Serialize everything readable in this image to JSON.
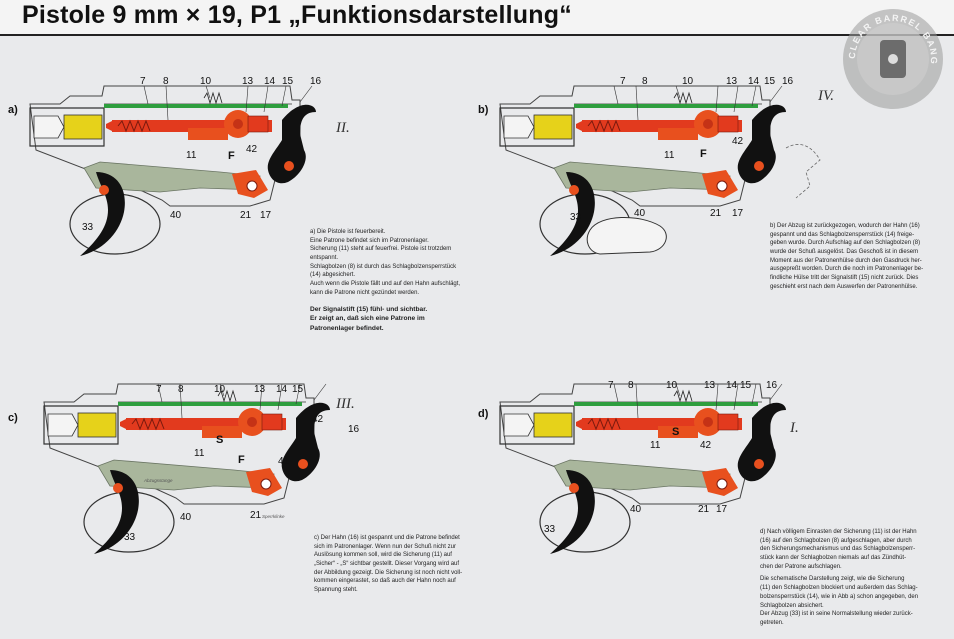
{
  "title": "Pistole 9 mm × 19, P1 „Funktionsdarstellung“",
  "colors": {
    "background": "#e9eaec",
    "rod": "#2e9e3e",
    "bolt": "#e23a1e",
    "hammer_red": "#e8501e",
    "cartridge": "#e6d21a",
    "grip_green": "#a9b69c",
    "pin": "#e8501e",
    "black_part": "#111111"
  },
  "stamp": {
    "text": "CLEAR BARREL BANG",
    "icon": "wings-icon"
  },
  "panels": [
    {
      "id": "a",
      "letter": "a)",
      "roman": "II.",
      "top_labels": [
        "7",
        "8",
        "10",
        "13",
        "14",
        "15",
        "16"
      ],
      "mid_labels": [
        "11",
        "F",
        "42"
      ],
      "bottom_labels": [
        "33",
        "40",
        "21",
        "17"
      ],
      "caption": [
        "a) Die Pistole ist feuerbereit.",
        "Eine Patrone befindet sich im Patronenlager.",
        "Sicherung (11) steht auf feuerfrei. Pistole ist trotzdem",
        "entspannt.",
        "Schlagbolzen (8) ist durch das Schlagbolzensperrstück",
        "(14) abgesichert.",
        "Auch wenn die Pistole fällt und auf den Hahn aufschlägt,",
        "kann die Patrone nicht gezündet werden."
      ],
      "caption_bold": [
        "Der Signalstift (15) fühl- und sichtbar.",
        "Er zeigt an, daß sich eine Patrone im",
        "Patronenlager befindet."
      ]
    },
    {
      "id": "b",
      "letter": "b)",
      "roman": "IV.",
      "top_labels": [
        "7",
        "8",
        "10",
        "13",
        "14",
        "15",
        "16"
      ],
      "mid_labels": [
        "11",
        "F",
        "42"
      ],
      "bottom_labels": [
        "33",
        "40",
        "21",
        "17"
      ],
      "caption": [
        "b) Der Abzug ist zurückgezogen, wodurch der Hahn (16)",
        "gespannt und das Schlagbolzensperrstück (14) freige-",
        "geben wurde. Durch Aufschlag auf den Schlagbolzen (8)",
        "wurde der Schuß ausgelöst. Das Geschoß ist in diesem",
        "Moment aus der Patronenhülse durch den Gasdruck her-",
        "ausgepreßt worden. Durch die noch im Patronenlager be-",
        "findliche Hülse tritt der Signalstift (15) nicht zurück. Dies",
        "geschieht erst nach dem Auswerfen der Patronenhülse."
      ]
    },
    {
      "id": "c",
      "letter": "c)",
      "roman": "III.",
      "top_labels": [
        "7",
        "8",
        "10",
        "13",
        "14",
        "15"
      ],
      "mid_labels": [
        "42",
        "16",
        "S",
        "11",
        "F",
        "41"
      ],
      "bottom_labels": [
        "33",
        "40",
        "21"
      ],
      "small_labels": [
        "Abzugsstange",
        "Sperrklinke"
      ],
      "caption": [
        "c) Der Hahn (16) ist gespannt und die Patrone befindet",
        "sich im Patronenlager. Wenn nun der Schuß nicht zur",
        "Auslösung kommen soll, wird die Sicherung (11) auf",
        "„Sicher“ - „S“ sichtbar gestellt. Dieser Vorgang wird auf",
        "der Abbildung gezeigt. Die Sicherung ist noch nicht voll-",
        "kommen eingerastet, so daß auch der Hahn noch auf",
        "Spannung steht."
      ]
    },
    {
      "id": "d",
      "letter": "d)",
      "roman": "I.",
      "top_labels": [
        "7",
        "8",
        "10",
        "13",
        "14",
        "15",
        "16"
      ],
      "mid_labels": [
        "S",
        "11",
        "42"
      ],
      "bottom_labels": [
        "33",
        "40",
        "21",
        "17"
      ],
      "caption": [
        "d) Nach völligem Einrasten der Sicherung (11) ist der Hahn",
        "(16) auf den Schlagbolzen (8) aufgeschlagen, aber durch",
        "den Sicherungsmechanismus und das Schlagbolzensperr-",
        "stück kann der Schlagbolzen niemals auf das Zündhüt-",
        "chen der Patrone aufschlagen.",
        "",
        "Die schematische Darstellung zeigt, wie die Sicherung",
        "(11) den Schlagbolzen blockiert und außerdem das Schlag-",
        "bolzensperrstück (14), wie in Abb a) schon angegeben, den",
        "Schlagbolzen absichert.",
        "Der Abzug (33) ist in seine Normalstellung wieder zurück-",
        "getreten."
      ]
    }
  ]
}
